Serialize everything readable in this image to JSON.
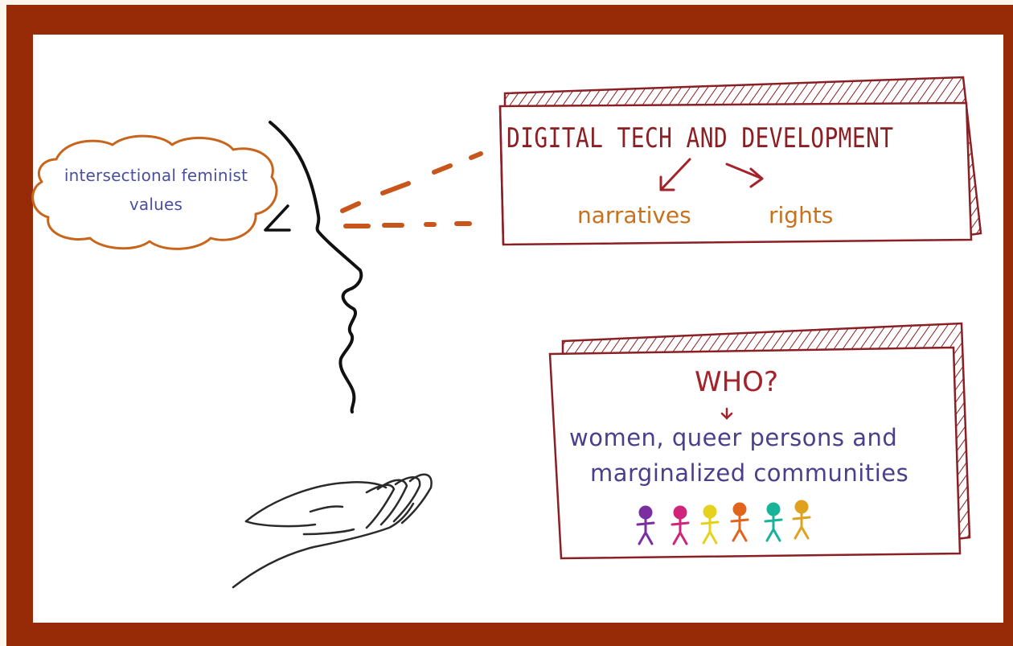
{
  "thought_bubble": {
    "line1": "intersectional feminist",
    "line2": "values"
  },
  "tech_box": {
    "title": "DIGITAL TECH AND DEVELOPMENT",
    "items": [
      "narratives",
      "rights"
    ]
  },
  "who_box": {
    "title": "WHO?",
    "line1": "women, queer persons and",
    "line2": "marginalized communities"
  },
  "colors": {
    "frame": "#982b07",
    "dark_red": "#8a1f24",
    "orange": "#c8711c",
    "blue_text": "#4a4f9e",
    "people": [
      "#7a2fa0",
      "#d0247a",
      "#e6d21c",
      "#e0641c",
      "#19b39a",
      "#e0a21c"
    ]
  }
}
